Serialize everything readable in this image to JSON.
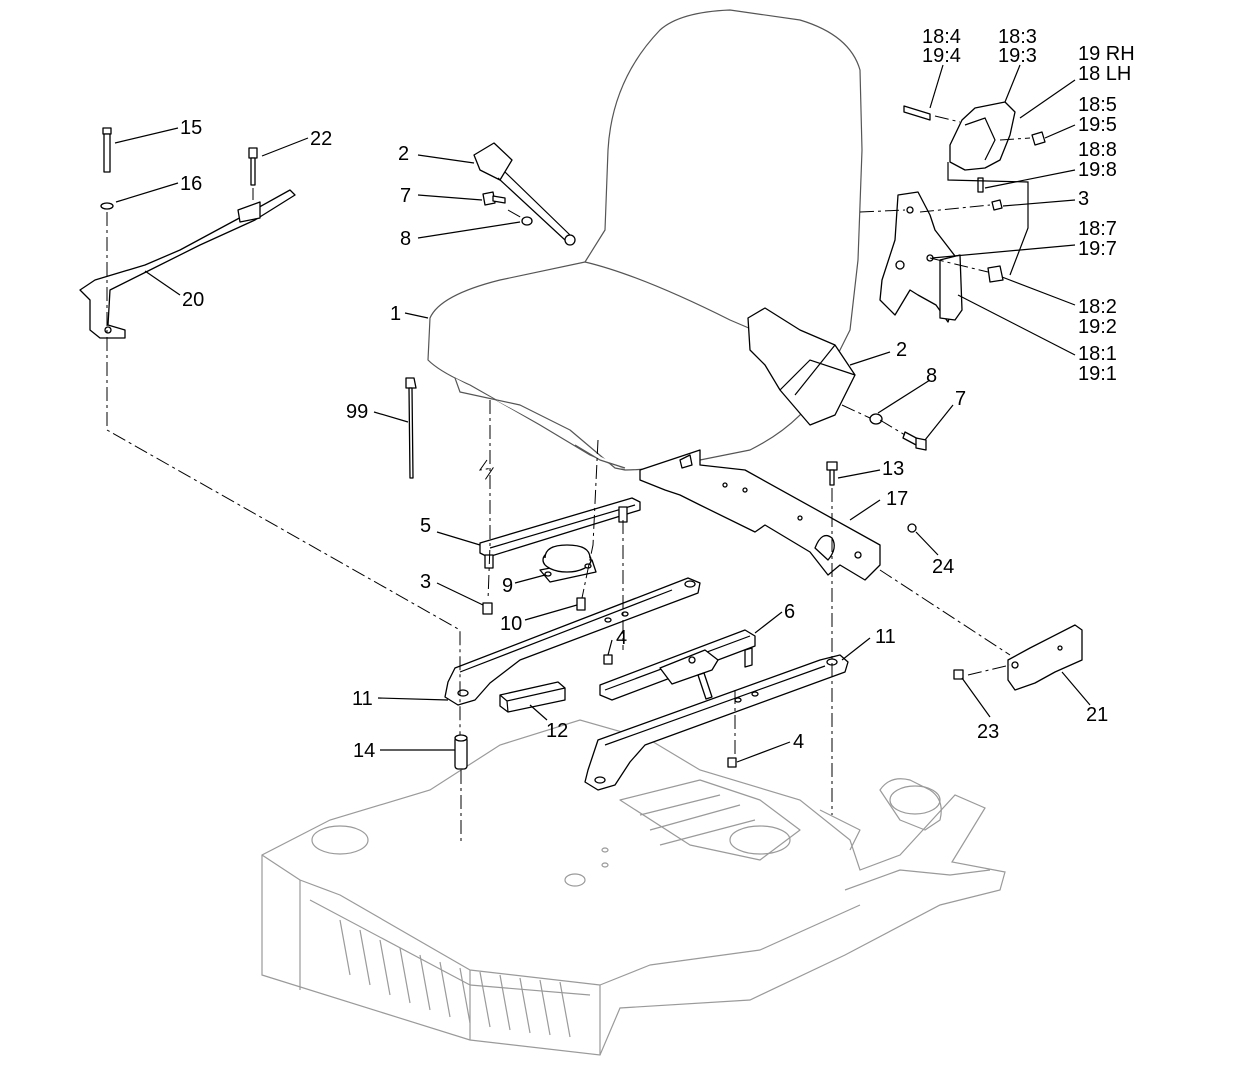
{
  "callouts": {
    "c1": "1",
    "c2a": "2",
    "c2b": "2",
    "c3a": "3",
    "c3b": "3",
    "c4a": "4",
    "c4b": "4",
    "c5": "5",
    "c6": "6",
    "c7a": "7",
    "c7b": "7",
    "c8a": "8",
    "c8b": "8",
    "c9": "9",
    "c10": "10",
    "c11a": "11",
    "c11b": "11",
    "c12": "12",
    "c13": "13",
    "c14": "14",
    "c15": "15",
    "c16": "16",
    "c17": "17",
    "c20": "20",
    "c21": "21",
    "c22": "22",
    "c23": "23",
    "c24": "24",
    "c99": "99",
    "c18_4": "18:4",
    "c19_4": "19:4",
    "c18_3": "18:3",
    "c19_3": "19:3",
    "c19rh": "19 RH",
    "c18lh": "18 LH",
    "c18_5": "18:5",
    "c19_5": "19:5",
    "c18_8": "18:8",
    "c19_8": "19:8",
    "c18_7": "18:7",
    "c19_7": "19:7",
    "c18_2": "18:2",
    "c19_2": "19:2",
    "c18_1": "18:1",
    "c19_1": "19:1"
  }
}
